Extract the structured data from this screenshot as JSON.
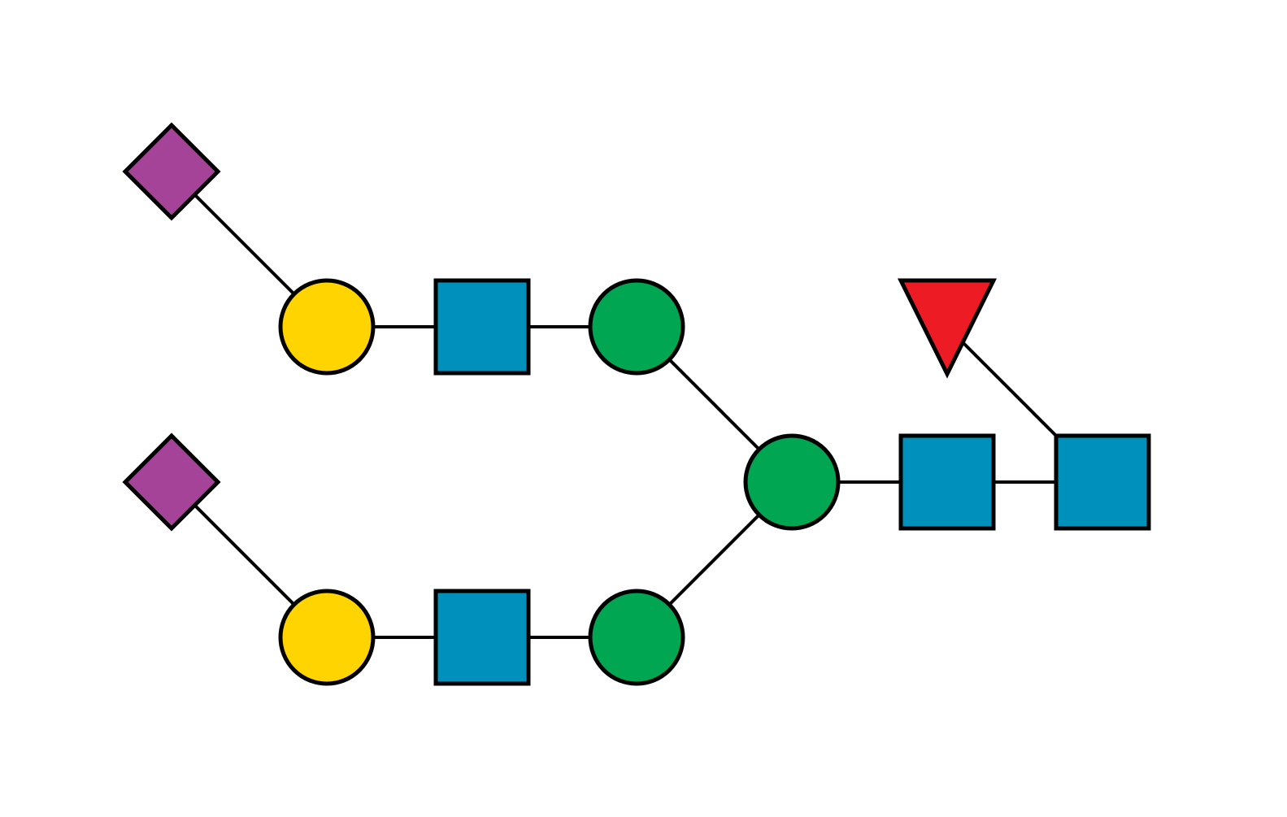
{
  "legend_colors": {
    "gal": "#FFD400",
    "glcnac": "#0090BC",
    "man": "#00A651",
    "neu5ac": "#A54399",
    "fuc": "#ED1C24"
  },
  "nodes": [
    {
      "id": "glcnac-root",
      "shape": "square",
      "color_key": "glcnac",
      "icon": "blue-square-icon"
    },
    {
      "id": "glcnac-core",
      "shape": "square",
      "color_key": "glcnac",
      "icon": "blue-square-icon"
    },
    {
      "id": "fuc",
      "shape": "triangle",
      "color_key": "fuc",
      "icon": "red-triangle-icon"
    },
    {
      "id": "man-core",
      "shape": "circle",
      "color_key": "man",
      "icon": "green-circle-icon"
    },
    {
      "id": "man-upper",
      "shape": "circle",
      "color_key": "man",
      "icon": "green-circle-icon"
    },
    {
      "id": "man-lower",
      "shape": "circle",
      "color_key": "man",
      "icon": "green-circle-icon"
    },
    {
      "id": "glcnac-upper",
      "shape": "square",
      "color_key": "glcnac",
      "icon": "blue-square-icon"
    },
    {
      "id": "glcnac-lower",
      "shape": "square",
      "color_key": "glcnac",
      "icon": "blue-square-icon"
    },
    {
      "id": "gal-upper",
      "shape": "circle",
      "color_key": "gal",
      "icon": "yellow-circle-icon"
    },
    {
      "id": "gal-lower",
      "shape": "circle",
      "color_key": "gal",
      "icon": "yellow-circle-icon"
    },
    {
      "id": "neu5ac-upper",
      "shape": "diamond",
      "color_key": "neu5ac",
      "icon": "purple-diamond-icon"
    },
    {
      "id": "neu5ac-lower",
      "shape": "diamond",
      "color_key": "neu5ac",
      "icon": "purple-diamond-icon"
    }
  ],
  "edges": [
    {
      "from": "glcnac-root",
      "to": "glcnac-core"
    },
    {
      "from": "glcnac-root",
      "to": "fuc"
    },
    {
      "from": "glcnac-core",
      "to": "man-core"
    },
    {
      "from": "man-core",
      "to": "man-upper"
    },
    {
      "from": "man-core",
      "to": "man-lower"
    },
    {
      "from": "man-upper",
      "to": "glcnac-upper"
    },
    {
      "from": "man-lower",
      "to": "glcnac-lower"
    },
    {
      "from": "glcnac-upper",
      "to": "gal-upper"
    },
    {
      "from": "glcnac-lower",
      "to": "gal-lower"
    },
    {
      "from": "gal-upper",
      "to": "neu5ac-upper"
    },
    {
      "from": "gal-lower",
      "to": "neu5ac-lower"
    }
  ]
}
